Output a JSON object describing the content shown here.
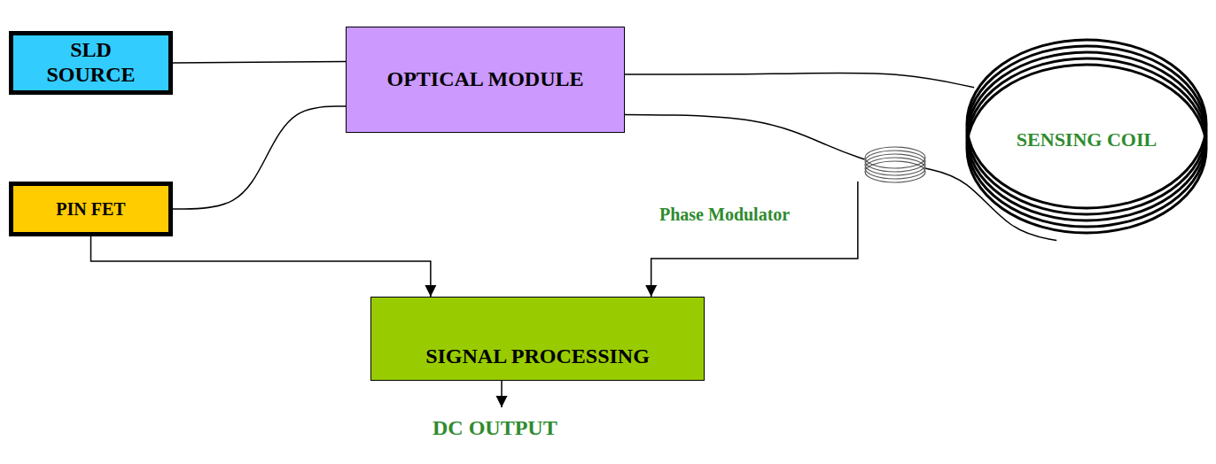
{
  "diagram": {
    "nodes": [
      {
        "text": [
          "SLD SOURCE"
        ]
      },
      {
        "text": [
          "OPTICAL MODULE"
        ]
      },
      {
        "text": [
          "PIN FET"
        ]
      },
      {
        "text": [
          "Phase Modulator"
        ]
      },
      {
        "text": [
          "SENSING COIL"
        ]
      },
      {
        "text": [
          "SIGNAL PROCESSING"
        ]
      }
    ],
    "edges": [
      {
        "from": 0,
        "to": 1,
        "arrow": "none"
      },
      {
        "from": 1,
        "to": 2,
        "arrow": "none"
      },
      {
        "from": 1,
        "to": 4,
        "arrow": "none"
      },
      {
        "from": 1,
        "to": 3,
        "arrow": "none"
      },
      {
        "from": 3,
        "to": 4,
        "arrow": "none"
      },
      {
        "from": 2,
        "to": 5,
        "arrow": "to"
      },
      {
        "from": 3,
        "to": 5,
        "arrow": "to"
      }
    ],
    "labels": [
      "DC OUTPUT"
    ]
  }
}
